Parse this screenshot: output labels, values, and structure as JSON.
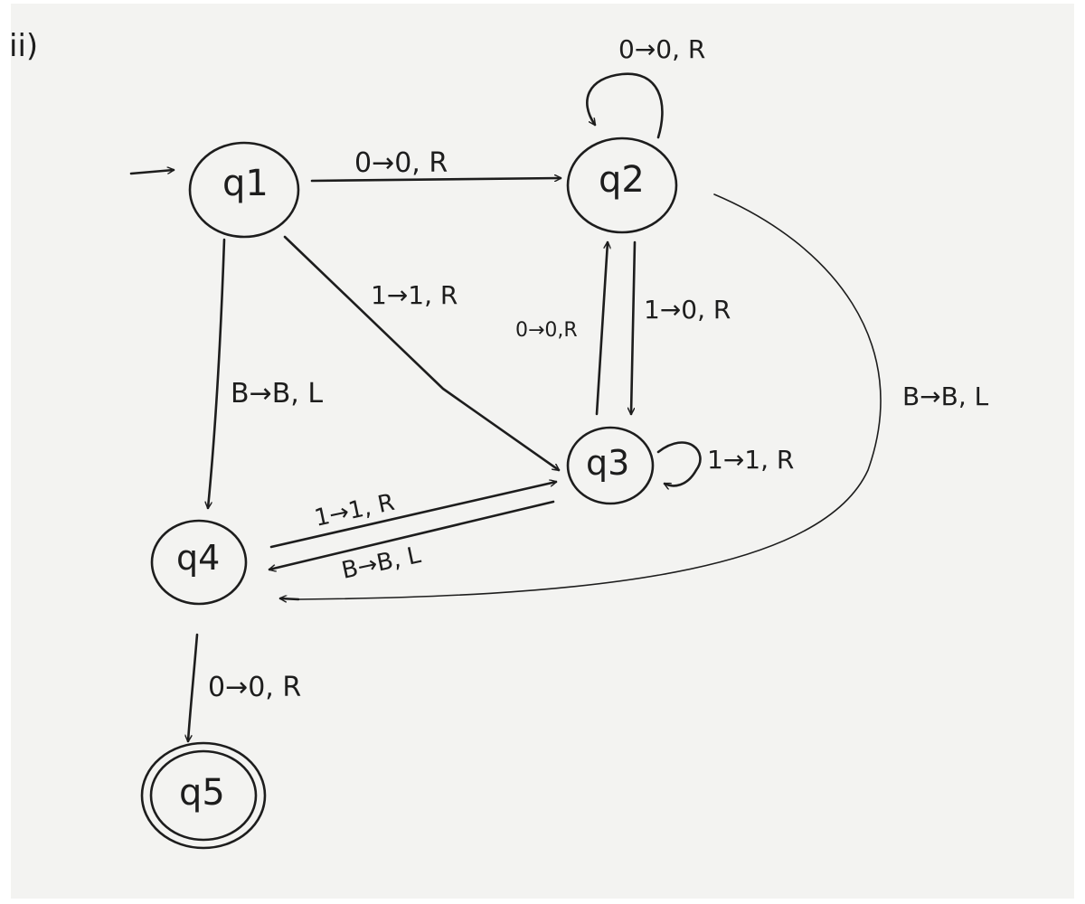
{
  "diagram": {
    "corner_mark": "ii)",
    "states": [
      {
        "id": "q1",
        "label": "q1",
        "sub": "1"
      },
      {
        "id": "q2",
        "label": "q2",
        "sub": "2"
      },
      {
        "id": "q3",
        "label": "q3",
        "sub": "3"
      },
      {
        "id": "q4",
        "label": "q4",
        "sub": "4"
      },
      {
        "id": "q5",
        "label": "q5",
        "sub": "5",
        "accepting": true
      }
    ],
    "start_state": "q1",
    "transitions": [
      {
        "from": "q1",
        "to": "q2",
        "label": "0→0, R"
      },
      {
        "from": "q2",
        "to": "q2",
        "label": "0→0, R"
      },
      {
        "from": "q1",
        "to": "q3",
        "label": "1→1, R"
      },
      {
        "from": "q3",
        "to": "q2",
        "label": "0→0,R"
      },
      {
        "from": "q2",
        "to": "q3",
        "label": "1→0, R"
      },
      {
        "from": "q1",
        "to": "q4",
        "label": "B→B, L"
      },
      {
        "from": "q2",
        "to": "q4",
        "label": "B→B, L"
      },
      {
        "from": "q3",
        "to": "q3",
        "label": "1→1, R"
      },
      {
        "from": "q4",
        "to": "q3",
        "label": "1→1, R"
      },
      {
        "from": "q3",
        "to": "q4",
        "label": "B→B, L"
      },
      {
        "from": "q4",
        "to": "q5",
        "label": "0→0, R"
      }
    ]
  }
}
